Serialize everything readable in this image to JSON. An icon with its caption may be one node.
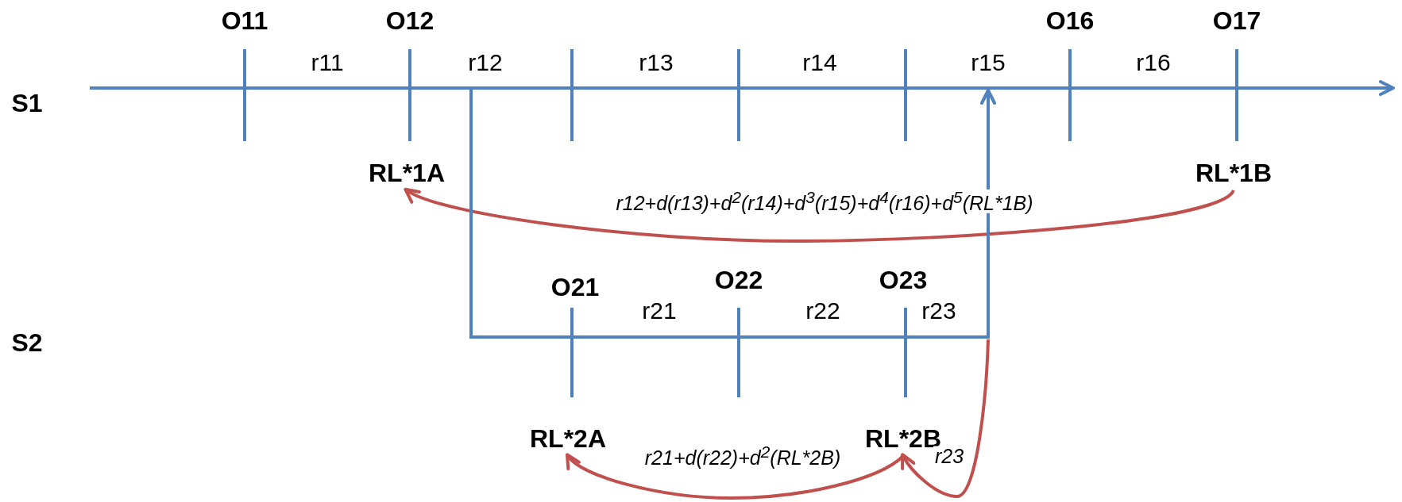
{
  "diagram": {
    "nodes": [
      {
        "text": [],
        "shape": "bar"
      },
      {
        "text": [
          "RL*1A"
        ]
      },
      {
        "text": [
          "RL*1B"
        ]
      },
      {
        "text": [
          "RL*2A"
        ]
      },
      {
        "text": [
          "RL*2B"
        ]
      }
    ],
    "edges": [
      {
        "from": 2,
        "to": 1,
        "arrow": "to",
        "label": "r12+d(r13)+d$^{2}$(r14)+d$^{3}$(r15)+d$^{4}$(r16)+d$^{5}$(RL*1B)"
      },
      {
        "from": 4,
        "to": 3,
        "arrow": "to",
        "label": "r21+d(r22)+d$^{2}$(RL*2B)"
      },
      {
        "from": null,
        "to": 4,
        "arrow": "to",
        "label": "r23"
      },
      {
        "from": 0,
        "to": 0,
        "arrow": "to",
        "color": "#4f81bd"
      }
    ],
    "labels": [
      "O11",
      "O12",
      "O16",
      "O17",
      "S1",
      "r11",
      "r12",
      "r13",
      "r14",
      "r15",
      "r16",
      "O21",
      "O22",
      "O23",
      "S2",
      "r21",
      "r22",
      "r23"
    ]
  }
}
